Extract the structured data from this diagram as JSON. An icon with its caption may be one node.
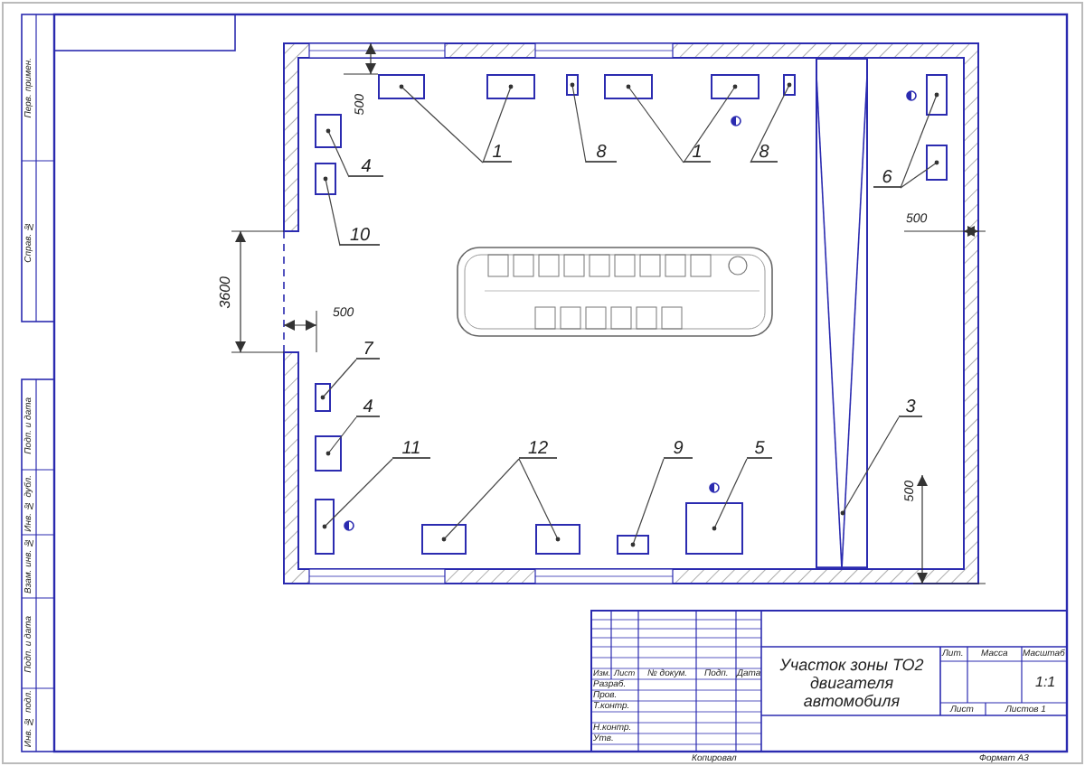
{
  "diagram": {
    "title": "Участок зоны ТО2 двигателя автомобиля",
    "nodes": [
      {
        "text": [
          "1"
        ]
      },
      {
        "text": [
          "8"
        ]
      },
      {
        "text": [
          "1"
        ]
      },
      {
        "text": [
          "8"
        ]
      },
      {
        "text": [
          "6"
        ]
      },
      {
        "text": [
          "4"
        ]
      },
      {
        "text": [
          "10"
        ]
      },
      {
        "text": [
          "7"
        ]
      },
      {
        "text": [
          "4"
        ]
      },
      {
        "text": [
          "11"
        ]
      },
      {
        "text": [
          "12"
        ]
      },
      {
        "text": [
          "9"
        ]
      },
      {
        "text": [
          "5"
        ]
      },
      {
        "text": [
          "3"
        ]
      },
      {
        "text": [],
        "shape": "box"
      },
      {
        "text": [],
        "shape": "box"
      },
      {
        "text": [],
        "shape": "box"
      },
      {
        "text": [],
        "shape": "box"
      },
      {
        "text": [],
        "shape": "box"
      },
      {
        "text": [],
        "shape": "box"
      },
      {
        "text": [],
        "shape": "box"
      },
      {
        "text": [],
        "shape": "box"
      },
      {
        "text": [],
        "shape": "box"
      },
      {
        "text": [],
        "shape": "box"
      },
      {
        "text": [],
        "shape": "box"
      },
      {
        "text": [],
        "shape": "box"
      },
      {
        "text": [],
        "shape": "box"
      },
      {
        "text": [],
        "shape": "box"
      },
      {
        "text": [],
        "shape": "box"
      },
      {
        "text": [],
        "shape": "box"
      },
      {
        "text": [],
        "shape": "box"
      },
      {
        "text": [],
        "shape": "box"
      }
    ],
    "edges": [
      {
        "from": 0,
        "to": 14,
        "arrow": "other"
      },
      {
        "from": 0,
        "to": 15,
        "arrow": "other"
      },
      {
        "from": 1,
        "to": 16,
        "arrow": "other"
      },
      {
        "from": 2,
        "to": 17,
        "arrow": "other"
      },
      {
        "from": 2,
        "to": 18,
        "arrow": "other"
      },
      {
        "from": 3,
        "to": 19,
        "arrow": "other"
      },
      {
        "from": 4,
        "to": 20,
        "arrow": "other"
      },
      {
        "from": 4,
        "to": 21,
        "arrow": "other"
      },
      {
        "from": 5,
        "to": 22,
        "arrow": "other"
      },
      {
        "from": 6,
        "to": 23,
        "arrow": "other"
      },
      {
        "from": 7,
        "to": 24,
        "arrow": "other"
      },
      {
        "from": 8,
        "to": 25,
        "arrow": "other"
      },
      {
        "from": 9,
        "to": 26,
        "arrow": "other"
      },
      {
        "from": 10,
        "to": 27,
        "arrow": "other"
      },
      {
        "from": 10,
        "to": 28,
        "arrow": "other"
      },
      {
        "from": 11,
        "to": 29,
        "arrow": "other"
      },
      {
        "from": 12,
        "to": 30,
        "arrow": "other"
      },
      {
        "from": 13,
        "to": 31,
        "arrow": "other"
      }
    ],
    "labels": [
      "500",
      "3600",
      "500",
      "500",
      "500",
      "Перв. примен.",
      "Справ. №",
      "Подп. и дата",
      "Инв. № дубл.",
      "Взам. инв. №",
      "Подп. и дата",
      "Инв. № подл.",
      "Лит.",
      "Масса",
      "Масштаб",
      "Изм.",
      "Лист",
      "№ докум.",
      "Подп.",
      "Дата",
      "Разраб.",
      "1:1",
      "Пров.",
      "Т.контр.",
      "Лист",
      "Листов 1",
      "Н.контр.",
      "Утв.",
      "Копировал",
      "Формат А3"
    ]
  }
}
